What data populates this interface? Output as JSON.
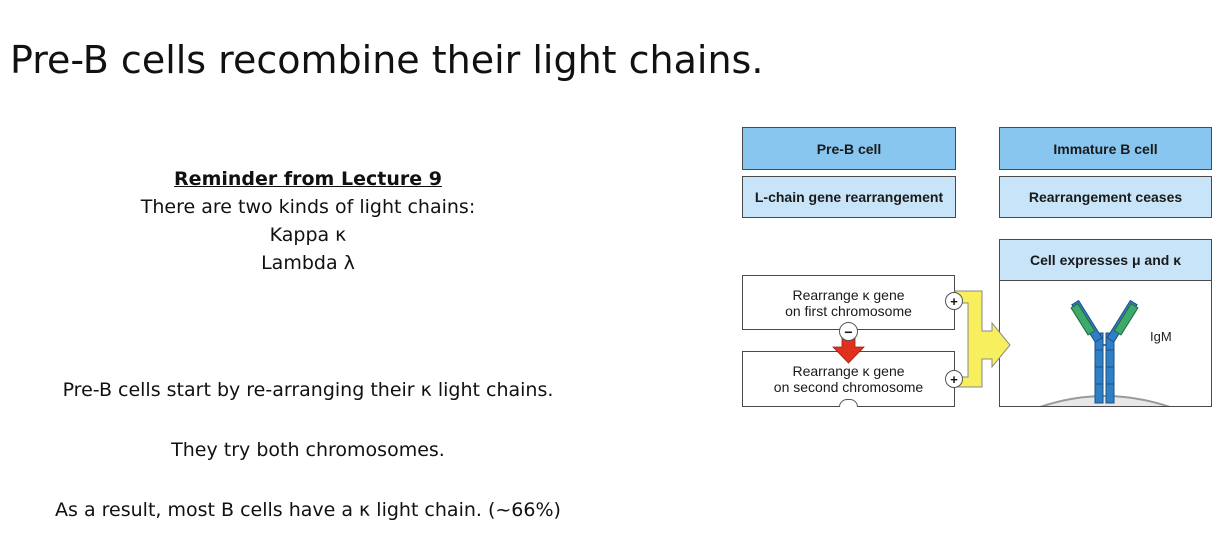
{
  "slide": {
    "title": "Pre-B cells recombine their light chains.",
    "reminder": {
      "heading": "Reminder from Lecture 9",
      "lines": [
        "There are two kinds of light chains:",
        "Kappa κ",
        "Lambda λ"
      ]
    },
    "points": [
      "Pre-B cells start by re-arranging their κ light chains.",
      "They try both chromosomes.",
      "As a result, most B cells have a κ light chain. (~66%)"
    ]
  },
  "diagram": {
    "pre_b_header": "Pre-B cell",
    "pre_b_process": "L-chain gene rearrangement",
    "immature_header": "Immature B cell",
    "immature_process": "Rearrangement ceases",
    "expression_label": "Cell expresses μ and κ",
    "step1": [
      "Rearrange κ gene",
      "on first chromosome"
    ],
    "step2": [
      "Rearrange κ gene",
      "on second chromosome"
    ],
    "plus_symbol": "+",
    "minus_symbol": "−",
    "antibody_label": "IgM",
    "colors": {
      "header_blue": "#89c6ef",
      "light_blue": "#c7e4f8",
      "arrow_yellow": "#f7ef5e",
      "arrow_red": "#e0301e",
      "heavy_chain_blue": "#2f7fc8",
      "light_chain_green": "#3fa86b"
    }
  }
}
